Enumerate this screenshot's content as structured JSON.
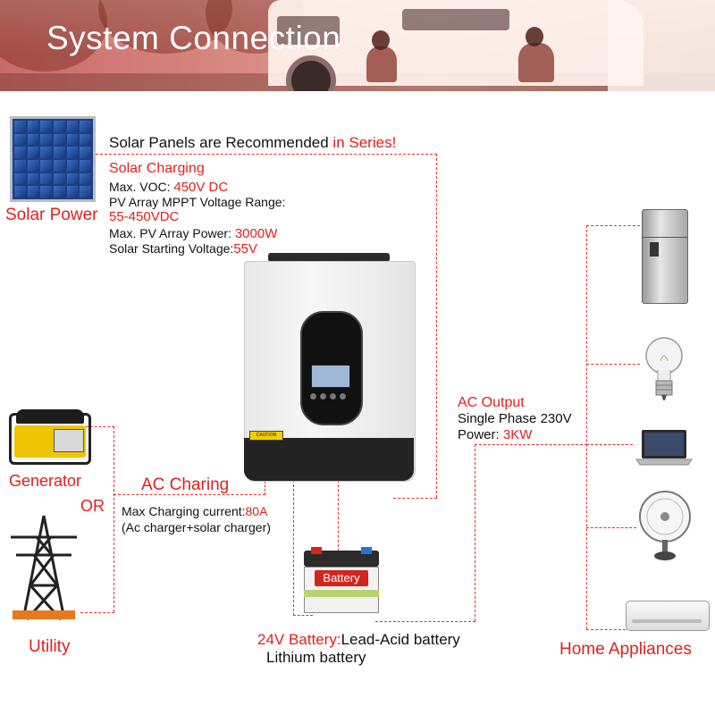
{
  "header": {
    "title": "System Connection"
  },
  "solar": {
    "label": "Solar Power",
    "recommend_prefix": "Solar Panels are Recommended ",
    "recommend_highlight": "in Series!",
    "section_title": "Solar Charging",
    "max_voc_label": "Max. VOC: ",
    "max_voc_value": "450V DC",
    "mppt_label": "PV Array MPPT Voltage Range:",
    "mppt_value": "55-450VDC",
    "max_power_label": "Max. PV Array Power: ",
    "max_power_value": "3000W",
    "start_voltage_label": "Solar Starting Voltage:",
    "start_voltage_value": "55V"
  },
  "inverter": {
    "caution_label": "CAUTION"
  },
  "ac_input": {
    "generator_label": "Generator",
    "or_label": "OR",
    "utility_label": "Utility",
    "section_title": "AC Charing",
    "max_current_label": "Max Charging current:",
    "max_current_value": "80A",
    "note": "(Ac charger+solar charger)"
  },
  "ac_output": {
    "section_title": "AC Output",
    "phase": "Single Phase 230V",
    "power_label": "Power: ",
    "power_value": "3KW",
    "appliances_label": "Home Appliances",
    "appliance_icons": [
      "fridge-icon",
      "light-bulb-icon",
      "laptop-icon",
      "fan-icon",
      "air-conditioner-icon"
    ]
  },
  "battery": {
    "badge": "Battery",
    "type_label": "24V Battery:",
    "type_1": "Lead-Acid battery",
    "type_2": "Lithium battery"
  },
  "colors": {
    "accent": "#e02020",
    "line": "#e53030"
  }
}
